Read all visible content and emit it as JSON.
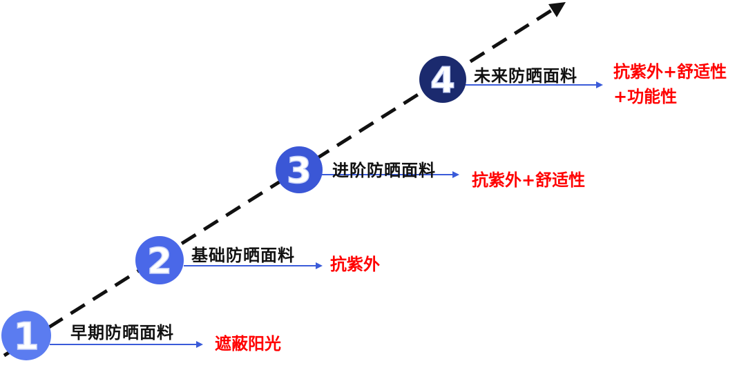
{
  "colors": {
    "badge_light": "#5b7cf0",
    "badge_mid": "#3b57d6",
    "badge_dark": "#1b2a6e",
    "arrow_line": "#3a5bd9",
    "title_text": "#111111",
    "desc_text": "#ff0000",
    "trend_line": "#111111"
  },
  "trend_arrow": {
    "style": "dashed",
    "icon": "arrow-head-icon"
  },
  "stages": [
    {
      "number": "1",
      "title": "早期防晒面料",
      "desc_lines": [
        "遮蔽阳光"
      ]
    },
    {
      "number": "2",
      "title": "基础防晒面料",
      "desc_lines": [
        "抗紫外"
      ]
    },
    {
      "number": "3",
      "title": "进阶防晒面料",
      "desc_lines": [
        "抗紫外+舒适性"
      ]
    },
    {
      "number": "4",
      "title": "未来防晒面料",
      "desc_lines": [
        "抗紫外+舒适性",
        "+功能性"
      ]
    }
  ]
}
